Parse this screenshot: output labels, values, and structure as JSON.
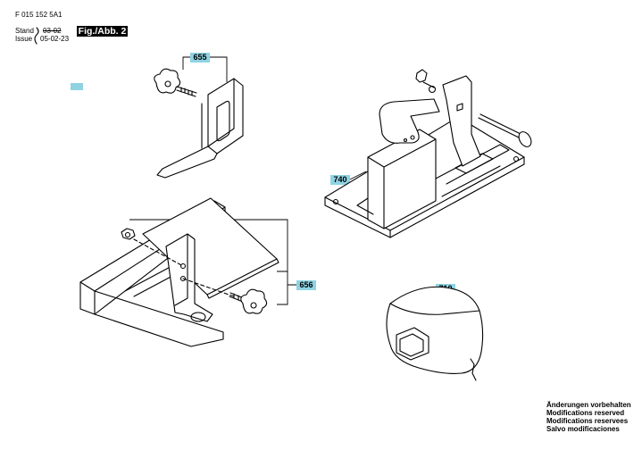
{
  "header": {
    "part_number": "F 015 152 5A1",
    "stand_label": "Stand",
    "issue_label": "Issue",
    "old_date": "03-02",
    "new_date": "05-02-23",
    "figure_label": "Fig./Abb. 2"
  },
  "callouts": {
    "c655": "655",
    "c740": "740",
    "c656": "656",
    "c710": "710"
  },
  "accent_color": "#8fd3e3",
  "notes": [
    "Änderungen vorbehalten",
    "Modifications reserved",
    "Modifications reservees",
    "Salvo modificaciones"
  ]
}
